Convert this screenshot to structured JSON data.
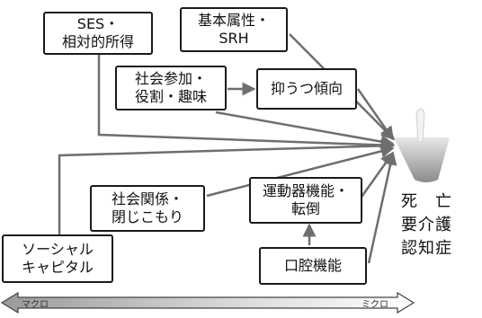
{
  "boxes": {
    "ses": [
      "SES・",
      "相対的所得"
    ],
    "basic": [
      "基本属性・",
      "SRH"
    ],
    "participation": [
      "社会参加・",
      "役割・趣味"
    ],
    "depression": [
      "抑うつ傾向"
    ],
    "relations": [
      "社会関係・",
      "閉じこもり"
    ],
    "motor": [
      "運動器機能・",
      "転倒"
    ],
    "capital": [
      "ソーシャル",
      "キャピタル"
    ],
    "oral": [
      "口腔機能"
    ]
  },
  "outcome": [
    "死　亡",
    "要介護",
    "認知症"
  ],
  "scale": {
    "left": "マクロ",
    "right": "ミクロ"
  }
}
